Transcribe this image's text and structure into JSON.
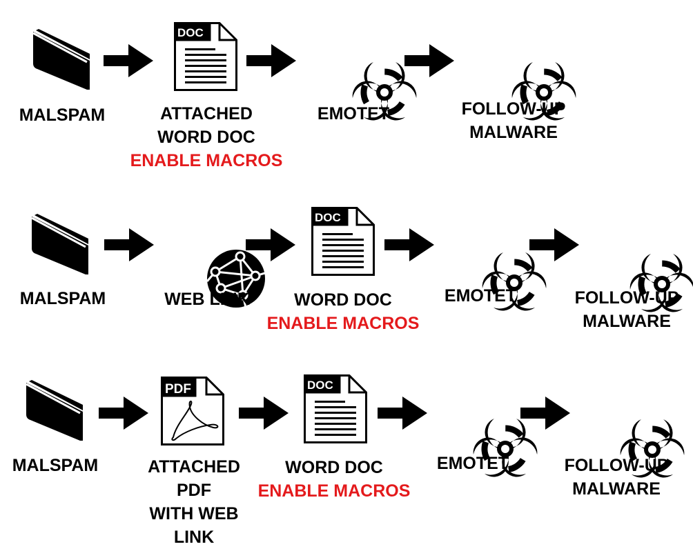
{
  "colors": {
    "ink": "#000000",
    "warning": "#e41a1c",
    "background": "#ffffff"
  },
  "icons": {
    "email": "email-envelope-icon",
    "doc": "word-doc-file-icon",
    "pdf": "pdf-file-icon",
    "web": "web-link-globe-icon",
    "biohazard": "biohazard-icon",
    "arrow": "right-arrow-icon"
  },
  "file_badges": {
    "doc": "DOC",
    "pdf": "PDF"
  },
  "rows": [
    {
      "steps": [
        {
          "icon": "email",
          "lines": [
            "MALSPAM"
          ]
        },
        {
          "icon": "doc",
          "lines": [
            "ATTACHED",
            "WORD DOC"
          ],
          "warning": "ENABLE MACROS"
        },
        {
          "icon": "biohazard",
          "lines": [
            "EMOTET"
          ]
        },
        {
          "icon": "biohazard",
          "lines": [
            "FOLLOW-UP",
            "MALWARE"
          ]
        }
      ]
    },
    {
      "steps": [
        {
          "icon": "email",
          "lines": [
            "MALSPAM"
          ]
        },
        {
          "icon": "web",
          "lines": [
            "WEB LINK"
          ]
        },
        {
          "icon": "doc",
          "lines": [
            "WORD DOC"
          ],
          "warning": "ENABLE MACROS"
        },
        {
          "icon": "biohazard",
          "lines": [
            "EMOTET"
          ]
        },
        {
          "icon": "biohazard",
          "lines": [
            "FOLLOW-UP",
            "MALWARE"
          ]
        }
      ]
    },
    {
      "steps": [
        {
          "icon": "email",
          "lines": [
            "MALSPAM"
          ]
        },
        {
          "icon": "pdf",
          "lines": [
            "ATTACHED",
            "PDF",
            "WITH WEB",
            "LINK"
          ]
        },
        {
          "icon": "doc",
          "lines": [
            "WORD DOC"
          ],
          "warning": "ENABLE MACROS"
        },
        {
          "icon": "biohazard",
          "lines": [
            "EMOTET"
          ]
        },
        {
          "icon": "biohazard",
          "lines": [
            "FOLLOW-UP",
            "MALWARE"
          ]
        }
      ]
    }
  ]
}
